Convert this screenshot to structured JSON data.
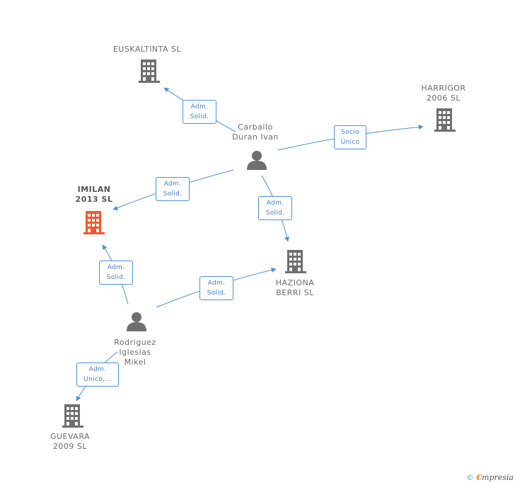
{
  "colors": {
    "company": "#6f6f6f",
    "highlight": "#f0592a",
    "person": "#6f6f6f",
    "edge": "#4a90d9"
  },
  "nodes": {
    "euskaltinta": {
      "label": "EUSKALTINTA SL",
      "icon": "building-icon"
    },
    "harrigor": {
      "label": "HARRIGOR\n2006 SL",
      "icon": "building-icon"
    },
    "imilan": {
      "label": "IMILAN\n2013  SL",
      "icon": "building-icon",
      "highlighted": true
    },
    "haziona": {
      "label": "HAZIONA\nBERRI  SL",
      "icon": "building-icon"
    },
    "guevara": {
      "label": "GUEVARA\n2009 SL",
      "icon": "building-icon"
    },
    "carballo": {
      "label": "Carballo\nDuran Ivan",
      "icon": "person-icon"
    },
    "rodriguez": {
      "label": "Rodriguez\nIglesias\nMikel",
      "icon": "person-icon"
    }
  },
  "edges": {
    "carballo_euskaltinta": "Adm.\nSolid.",
    "carballo_harrigor": "Socio\nÚnico",
    "carballo_imilan": "Adm.\nSolid.",
    "carballo_haziona": "Adm.\nSolid.",
    "rodriguez_imilan": "Adm.\nSolid.",
    "rodriguez_haziona": "Adm.\nSolid.",
    "rodriguez_guevara": "Adm.\nUnico,..."
  },
  "footer": {
    "copyright": "©",
    "brand_initial": "€",
    "brand_rest": "mpresia"
  }
}
